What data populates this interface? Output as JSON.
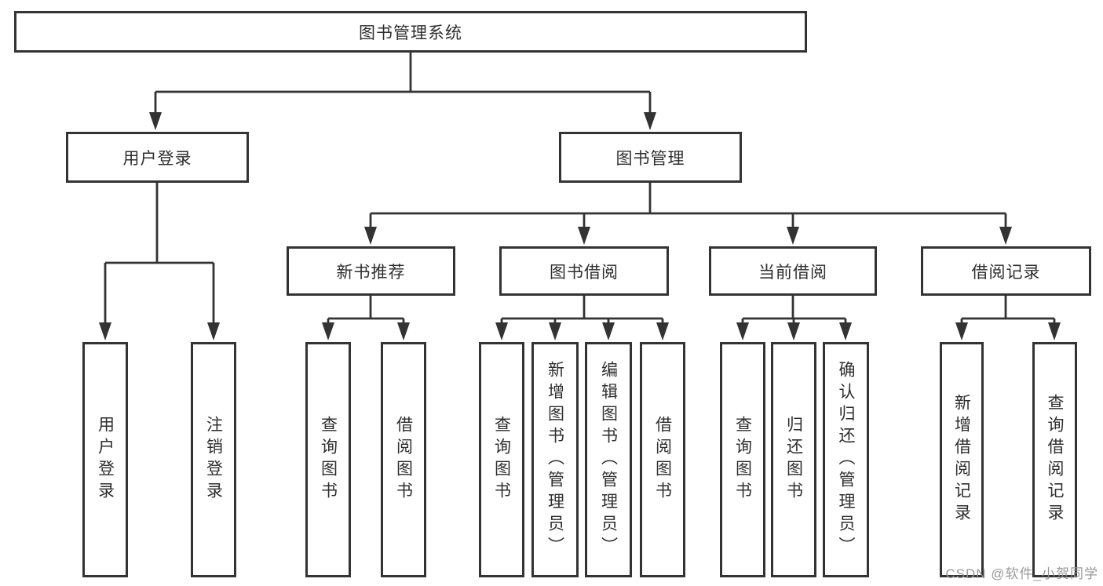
{
  "diagram": {
    "type": "hierarchy-tree",
    "colors": {
      "line": "#333333",
      "box_border": "#333333",
      "box_fill": "#ffffff",
      "text": "#2e2e2e",
      "background": "#ffffff",
      "watermark_text_color": "#949494"
    },
    "nodes": {
      "root": {
        "label": "图书管理系统"
      },
      "user_login": {
        "label": "用户登录"
      },
      "book_mgmt": {
        "label": "图书管理"
      },
      "new_book_rec": {
        "label": "新书推荐"
      },
      "book_borrow": {
        "label": "图书借阅"
      },
      "current_borrow": {
        "label": "当前借阅"
      },
      "borrow_record": {
        "label": "借阅记录"
      },
      "leaf_user_login": {
        "label": "用户登录"
      },
      "leaf_logout": {
        "label": "注销登录"
      },
      "leaf_query_book_1": {
        "label": "查询图书"
      },
      "leaf_borrow_book_1": {
        "label": "借阅图书"
      },
      "leaf_query_book_2": {
        "label": "查询图书"
      },
      "leaf_add_book": {
        "label": "新增图书（管理员）"
      },
      "leaf_edit_book": {
        "label": "编辑图书（管理员）"
      },
      "leaf_borrow_book_2": {
        "label": "借阅图书"
      },
      "leaf_query_book_3": {
        "label": "查询图书"
      },
      "leaf_return_book": {
        "label": "归还图书"
      },
      "leaf_confirm_return": {
        "label": "确认归还（管理员）"
      },
      "leaf_add_record": {
        "label": "新增借阅记录"
      },
      "leaf_query_record": {
        "label": "查询借阅记录"
      }
    },
    "edges": [
      [
        "图书管理系统",
        "用户登录"
      ],
      [
        "图书管理系统",
        "图书管理"
      ],
      [
        "用户登录",
        "用户登录"
      ],
      [
        "用户登录",
        "注销登录"
      ],
      [
        "图书管理",
        "新书推荐"
      ],
      [
        "图书管理",
        "图书借阅"
      ],
      [
        "图书管理",
        "当前借阅"
      ],
      [
        "图书管理",
        "借阅记录"
      ],
      [
        "新书推荐",
        "查询图书"
      ],
      [
        "新书推荐",
        "借阅图书"
      ],
      [
        "图书借阅",
        "查询图书"
      ],
      [
        "图书借阅",
        "新增图书（管理员）"
      ],
      [
        "图书借阅",
        "编辑图书（管理员）"
      ],
      [
        "图书借阅",
        "借阅图书"
      ],
      [
        "当前借阅",
        "查询图书"
      ],
      [
        "当前借阅",
        "归还图书"
      ],
      [
        "当前借阅",
        "确认归还（管理员）"
      ],
      [
        "借阅记录",
        "新增借阅记录"
      ],
      [
        "借阅记录",
        "查询借阅记录"
      ]
    ]
  },
  "watermark": "CSDN @软件_小贺同学"
}
